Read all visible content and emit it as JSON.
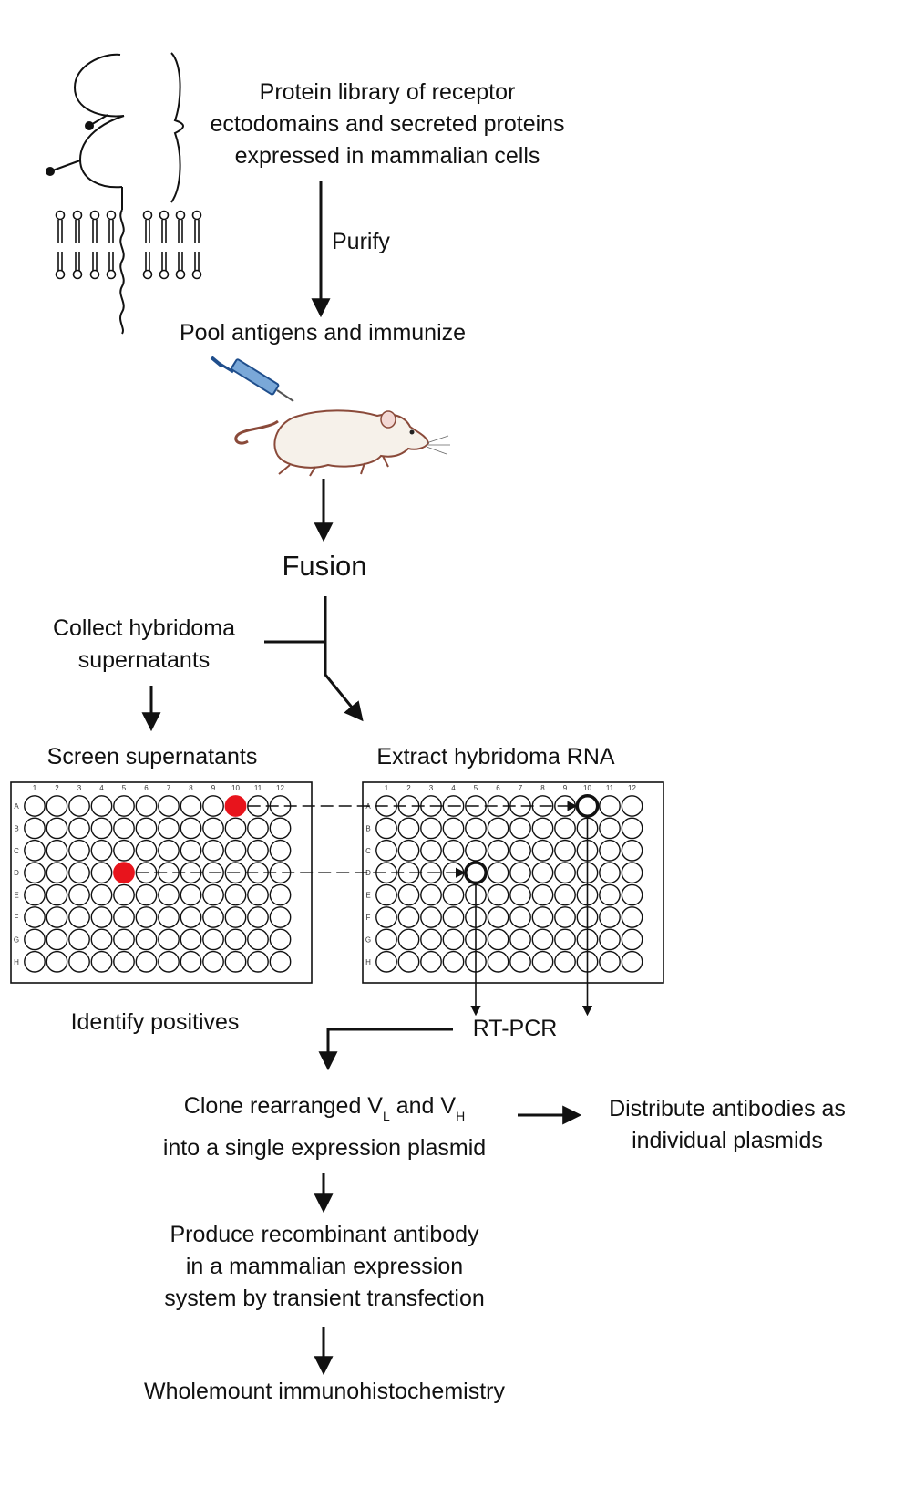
{
  "steps": {
    "library": [
      "Protein library of receptor",
      "ectodomains and secreted proteins",
      "expressed in mammalian cells"
    ],
    "purify": "Purify",
    "immunize": "Pool antigens and immunize",
    "fusion": "Fusion",
    "collect": [
      "Collect hybridoma",
      "supernatants"
    ],
    "screen": "Screen supernatants",
    "extract": "Extract hybridoma RNA",
    "identify": "Identify positives",
    "rtpcr": "RT-PCR",
    "clone": {
      "line1_prefix": "Clone rearranged V",
      "sub_l": "L",
      "and": " and V",
      "sub_h": "H",
      "line2": "into a single expression plasmid"
    },
    "distribute": [
      "Distribute antibodies as",
      "individual plasmids"
    ],
    "produce": [
      "Produce recombinant antibody",
      "in a mammalian expression",
      "system by transient transfection"
    ],
    "wholemount": "Wholemount immunohistochemistry"
  },
  "plates": {
    "columns": [
      "1",
      "2",
      "3",
      "4",
      "5",
      "6",
      "7",
      "8",
      "9",
      "10",
      "11",
      "12"
    ],
    "rows": [
      "A",
      "B",
      "C",
      "D",
      "E",
      "F",
      "G",
      "H"
    ],
    "positive_wells": [
      {
        "row": "A",
        "col": 10
      },
      {
        "row": "D",
        "col": 5
      }
    ],
    "positive_color": "#e8141c"
  },
  "icons": {
    "membrane": "cell-membrane-receptor-icon",
    "syringe": "syringe-icon",
    "mouse": "mouse-icon"
  }
}
